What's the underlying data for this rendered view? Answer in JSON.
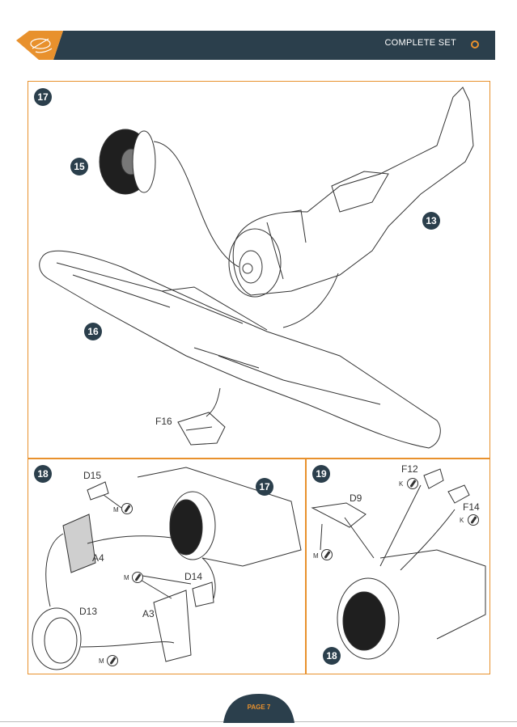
{
  "header": {
    "title": "COMPLETE SET",
    "colors": {
      "bar": "#2b3f4c",
      "accent": "#e8912d"
    }
  },
  "steps": {
    "s17": {
      "number": "17",
      "parts": {
        "p15": "15",
        "p13": "13",
        "p16": "16",
        "f16": "F16"
      }
    },
    "s18": {
      "number": "18",
      "parts": {
        "d15": "D15",
        "a4": "A4",
        "d14": "D14",
        "a3": "A3",
        "d13": "D13",
        "ref17": "17"
      },
      "markers": {
        "m1": "M",
        "m2": "M",
        "m3": "M"
      }
    },
    "s19": {
      "number": "19",
      "parts": {
        "d9": "D9",
        "f12": "F12",
        "f14": "F14",
        "ref18": "18"
      },
      "markers": {
        "k1": "K",
        "k2": "K",
        "m1": "M"
      }
    }
  },
  "footer": {
    "page_label": "PAGE 7"
  }
}
